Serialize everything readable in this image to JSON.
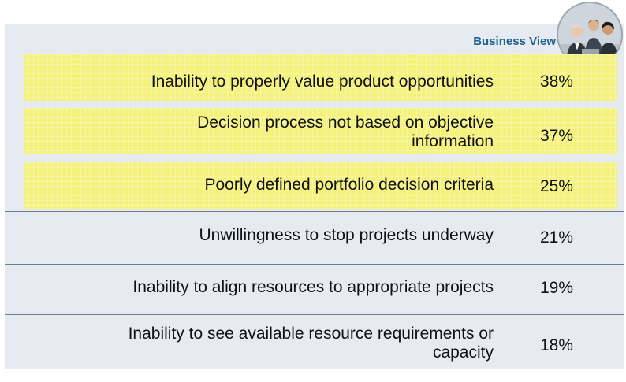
{
  "header": {
    "label": "Business View",
    "badge_icon": "business-people-photo-icon"
  },
  "colors": {
    "panel_background": "#e6ebf1",
    "highlight": "#f4f27c",
    "header_text": "#1f5f8b",
    "divider": "#6d7f92"
  },
  "rows": [
    {
      "label": "Inability to properly value product opportunities",
      "percent": "38%",
      "highlighted": true
    },
    {
      "label_line1": "Decision process not based on objective",
      "label_line2": "information",
      "percent": "37%",
      "highlighted": true
    },
    {
      "label": "Poorly defined portfolio decision criteria",
      "percent": "25%",
      "highlighted": true
    },
    {
      "label": "Unwillingness to stop projects underway",
      "percent": "21%",
      "highlighted": false
    },
    {
      "label": "Inability to align resources to appropriate projects",
      "percent": "19%",
      "highlighted": false
    },
    {
      "label_line1": "Inability to see available resource requirements or",
      "label_line2": "capacity",
      "percent": "18%",
      "highlighted": false
    }
  ]
}
